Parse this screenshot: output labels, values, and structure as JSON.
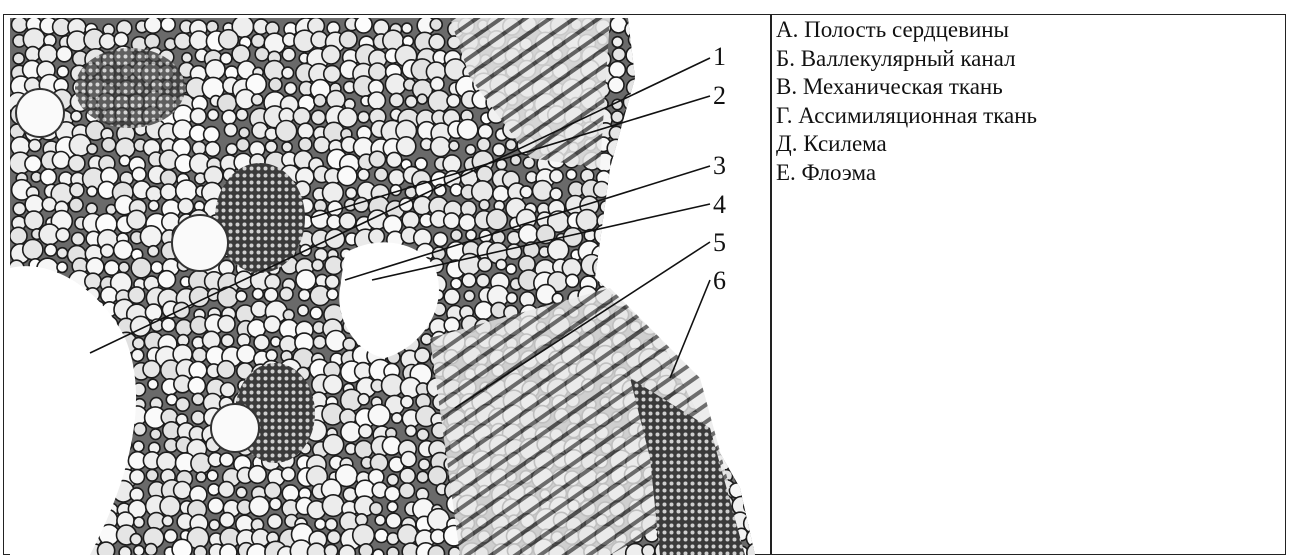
{
  "figure": {
    "description_icon": "stem-cross-section-micrograph",
    "callout_numbers": [
      "1",
      "2",
      "3",
      "4",
      "5",
      "6"
    ]
  },
  "answers": [
    "А. Полость сердцевины",
    "Б. Валлекулярный канал",
    "В. Механическая ткань",
    "Г. Ассимиляционная ткань",
    "Д. Ксилема",
    "Е. Флоэма"
  ],
  "colors": {
    "ink": "#111111",
    "cell_fill": "#f4f4f4",
    "dense": "#2a2a2a"
  }
}
